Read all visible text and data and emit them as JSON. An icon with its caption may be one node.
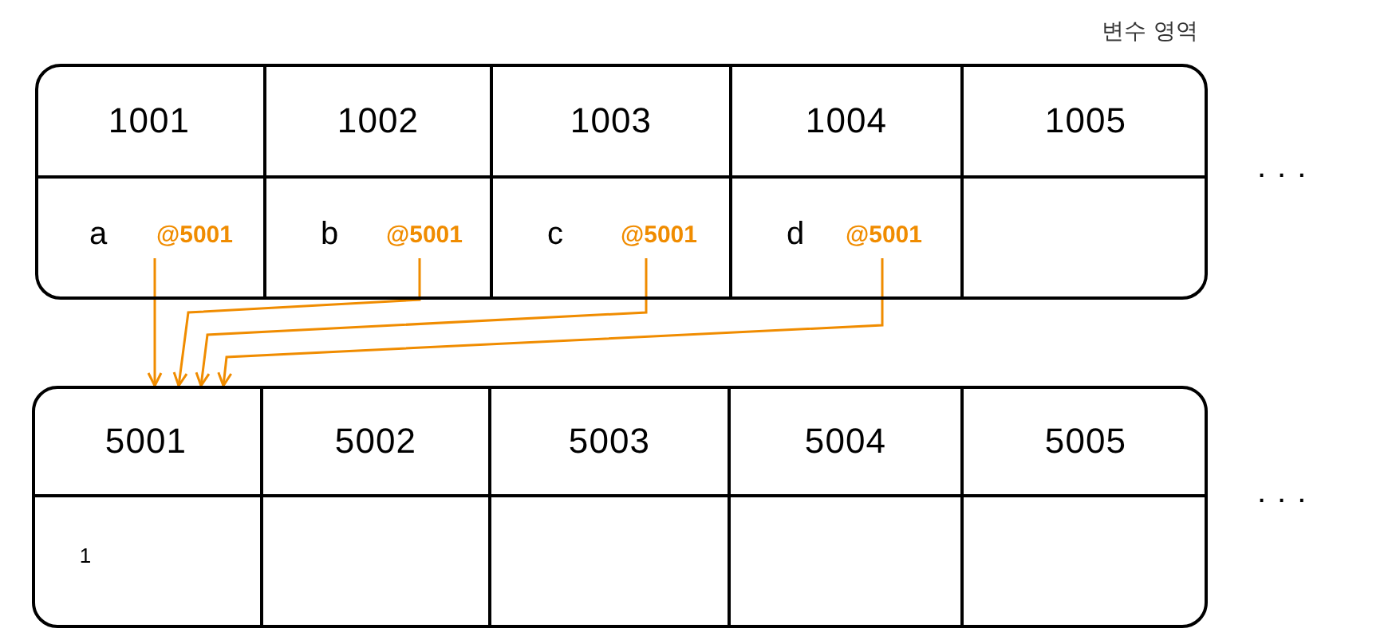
{
  "diagram": {
    "nodes": [
      {
        "text": [],
        "shape": "box",
        "beside": [
          "변수 영역"
        ]
      },
      {
        "text": [
          "1001"
        ],
        "in": 0
      },
      {
        "text": [
          "1002"
        ],
        "in": 0
      },
      {
        "text": [
          "1003"
        ],
        "in": 0
      },
      {
        "text": [
          "1004"
        ],
        "in": 0
      },
      {
        "text": [
          "1005"
        ],
        "in": 0
      },
      {
        "text": [
          "a"
        ],
        "in": 0
      },
      {
        "text": [
          "@5001"
        ],
        "in": 6
      },
      {
        "text": [
          "b"
        ],
        "in": 0
      },
      {
        "text": [
          "@5001"
        ],
        "in": 8
      },
      {
        "text": [
          "c"
        ],
        "in": 0
      },
      {
        "text": [
          "@5001"
        ],
        "in": 10
      },
      {
        "text": [
          "d"
        ],
        "in": 0
      },
      {
        "text": [
          "@5001"
        ],
        "in": 12
      },
      {
        "text": [],
        "shape": "box",
        "in": 0
      },
      {
        "text": [],
        "shape": "box"
      },
      {
        "text": [
          "5001"
        ],
        "in": 15
      },
      {
        "text": [
          "5002"
        ],
        "in": 15
      },
      {
        "text": [
          "5003"
        ],
        "in": 15
      },
      {
        "text": [
          "5004"
        ],
        "in": 15
      },
      {
        "text": [
          "5005"
        ],
        "in": 15
      },
      {
        "text": [
          "1"
        ],
        "in": 15
      },
      {
        "text": [],
        "shape": "box",
        "in": 15
      },
      {
        "text": [],
        "shape": "box",
        "in": 15
      },
      {
        "text": [],
        "shape": "box",
        "in": 15
      },
      {
        "text": [],
        "shape": "box",
        "in": 15
      }
    ],
    "edges": [
      {
        "from": 7,
        "to": 16,
        "arrow": "to"
      },
      {
        "from": 9,
        "to": 16,
        "arrow": "to"
      },
      {
        "from": 11,
        "to": 16,
        "arrow": "to"
      },
      {
        "from": 13,
        "to": 16,
        "arrow": "to"
      }
    ],
    "labels": [
      "...",
      "..."
    ]
  }
}
